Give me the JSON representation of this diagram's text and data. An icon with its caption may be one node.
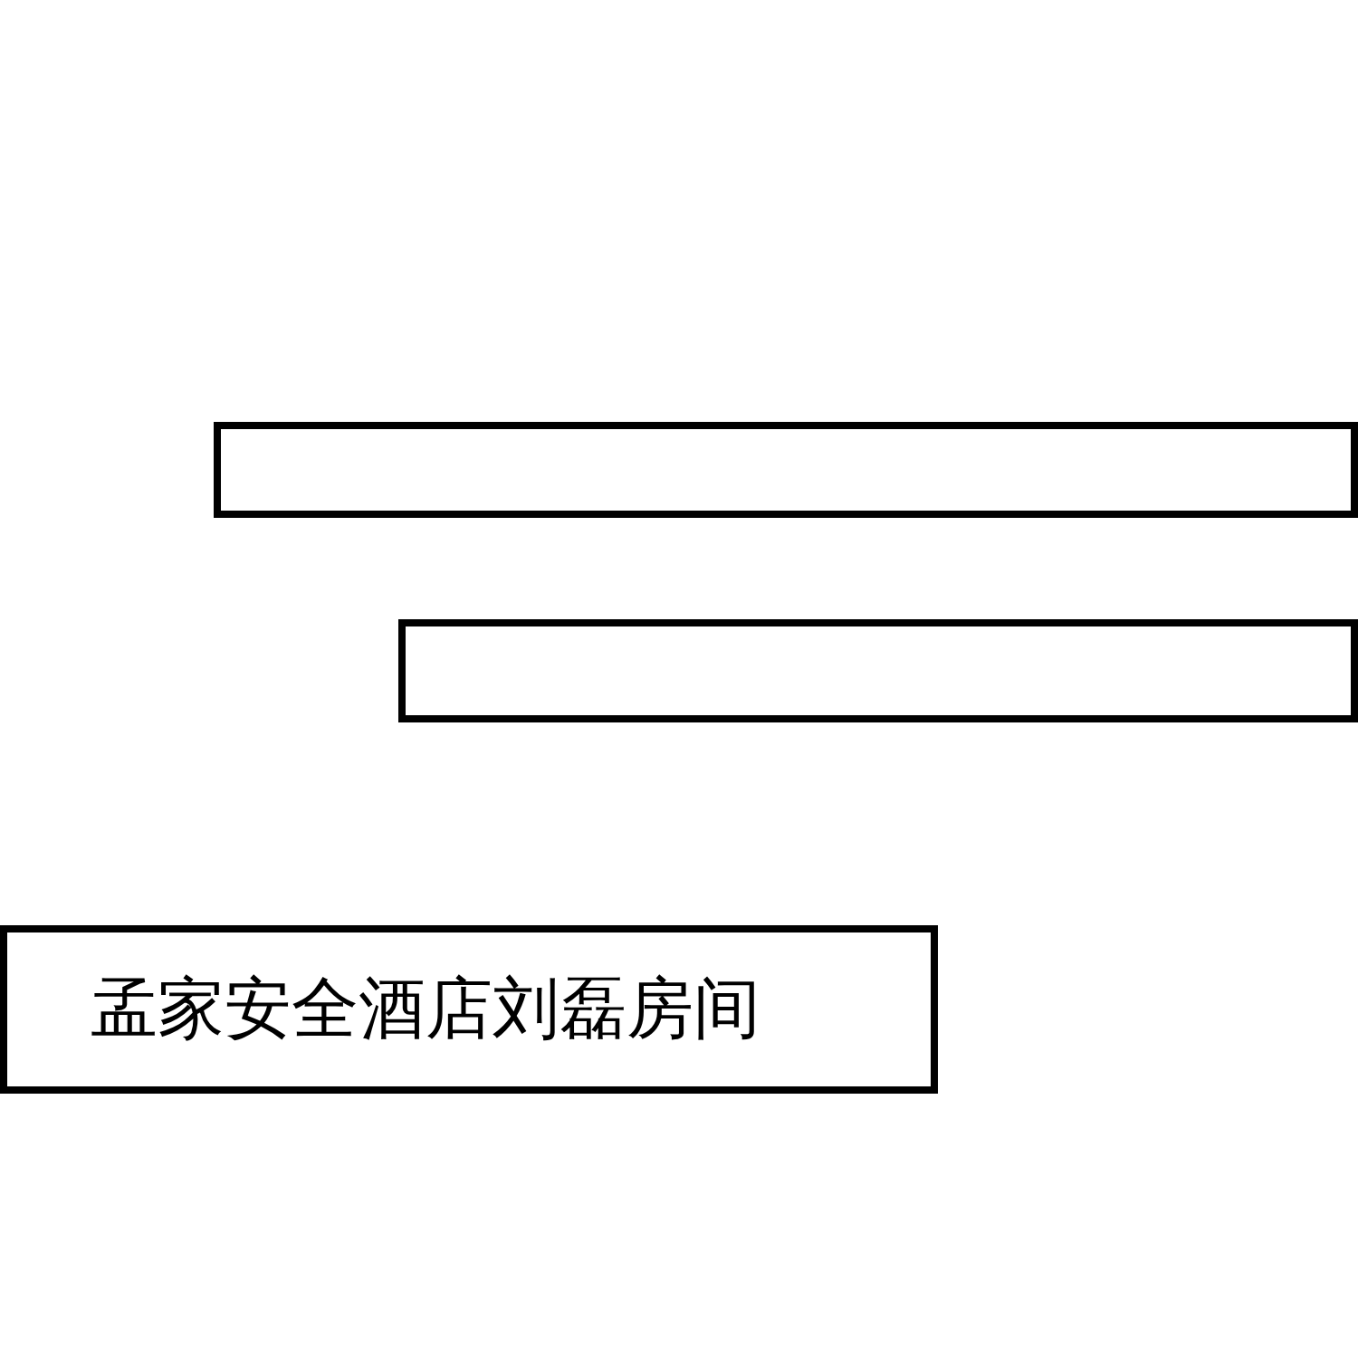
{
  "diagram": {
    "nodes": [
      {
        "text": [],
        "shape": "box"
      },
      {
        "text": [],
        "shape": "box"
      },
      {
        "text": [
          "孟家安全酒店刘磊房间"
        ]
      }
    ]
  }
}
